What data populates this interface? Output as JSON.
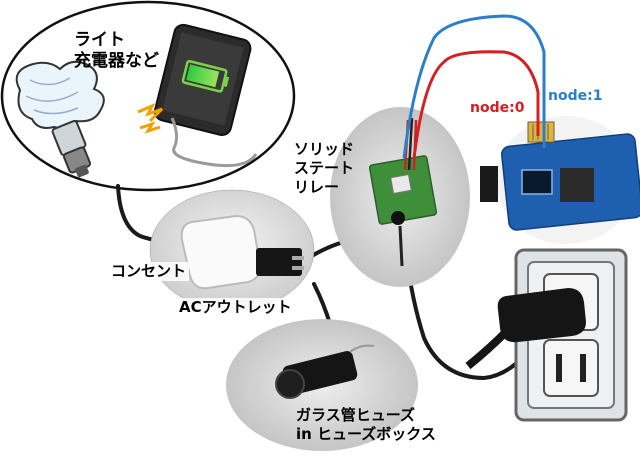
{
  "labels": {
    "load": "ライト\n充電器など",
    "ssr": "ソリッド\nステート\nリレー",
    "socket": "コンセント",
    "ac_outlet": "ACアウトレット",
    "fuse": "ガラス管ヒューズ\nin ヒューズボックス",
    "node0": "node:0",
    "node1": "node:1"
  },
  "colors": {
    "node0": "#d42020",
    "node1": "#2a7fc8",
    "cable": "#1a1a1a",
    "board": "#1e5fb0",
    "pcb": "#3f8f3a"
  },
  "icons": [
    "bulb-icon",
    "smartphone-icon",
    "spark-icon",
    "wall-outlet-icon",
    "plug-icon"
  ]
}
